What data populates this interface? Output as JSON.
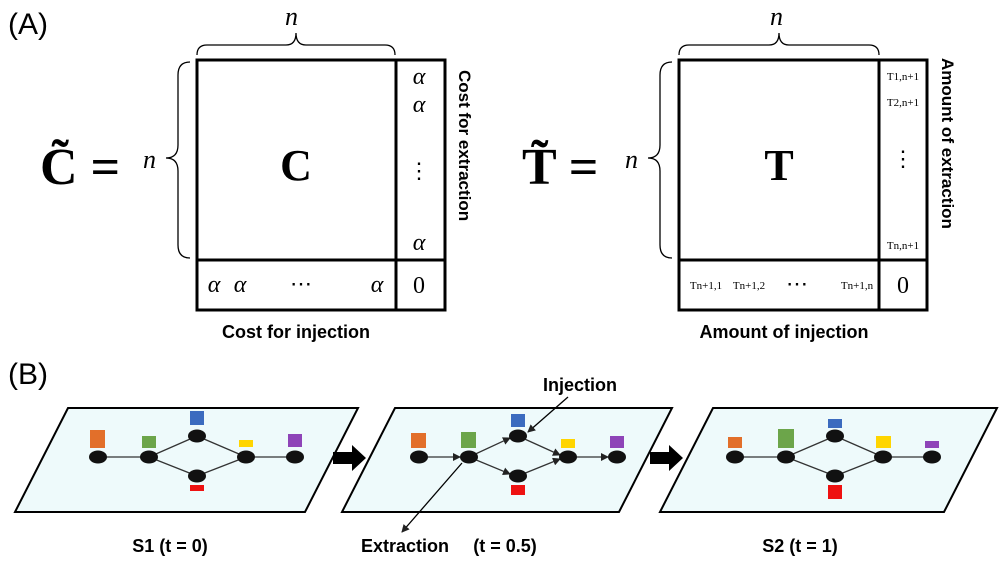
{
  "panel_a": {
    "label": "(A)",
    "left": {
      "lhs": "C̃ =",
      "side_n": "n",
      "top_n": "n",
      "main": "C",
      "col": [
        "α",
        "α",
        "⋮",
        "α"
      ],
      "row": [
        "α",
        "α",
        "⋯",
        "α"
      ],
      "corner": "0",
      "right_caption": "Cost for extraction",
      "bottom_caption": "Cost for injection"
    },
    "right": {
      "lhs": "T̃ =",
      "side_n": "n",
      "top_n": "n",
      "main": "T",
      "col": [
        "T1,n+1",
        "T2,n+1",
        "⋮",
        "Tn,n+1"
      ],
      "row": [
        "Tn+1,1",
        "Tn+1,2",
        "⋯",
        "Tn+1,n"
      ],
      "corner": "0",
      "right_caption": "Amount of extraction",
      "bottom_caption": "Amount of injection"
    }
  },
  "panel_b": {
    "label": "(B)",
    "captions": [
      "S1 (t = 0)",
      "(t = 0.5)",
      "S2 (t = 1)"
    ],
    "annotations": {
      "injection": "Injection",
      "extraction": "Extraction"
    }
  },
  "colors": {
    "plane_fill": "#eefafb",
    "orange": "#e26f2a",
    "green": "#6ca54a",
    "blue": "#3b6bbf",
    "yellow": "#ffd500",
    "purple": "#8e44b8",
    "red": "#ee1111",
    "node": "#111111"
  }
}
